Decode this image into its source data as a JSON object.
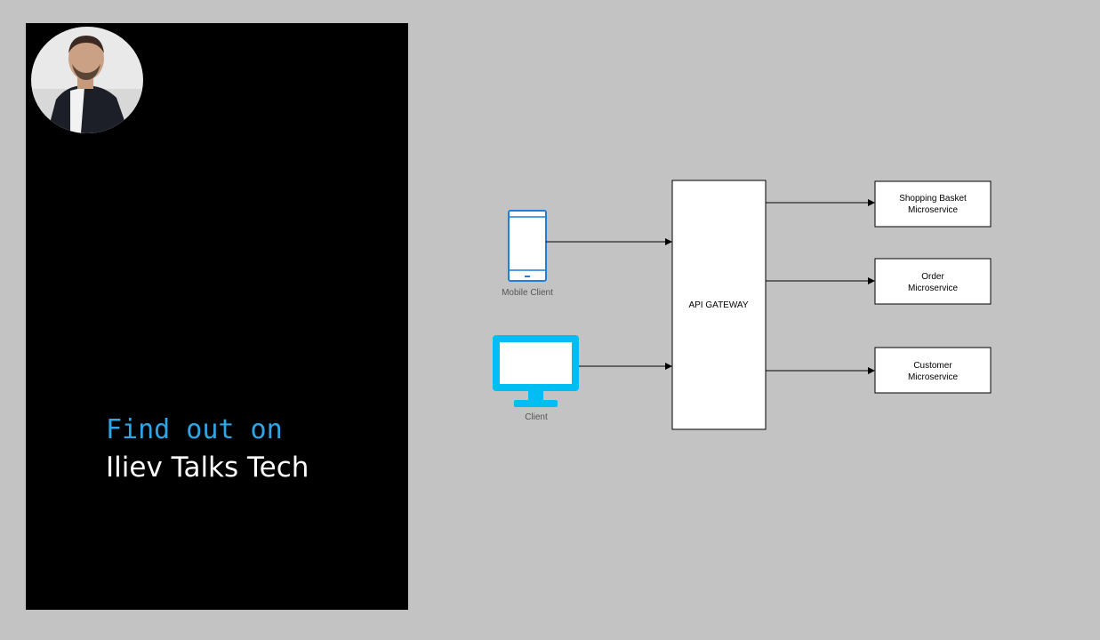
{
  "promo": {
    "line1": "Find out on",
    "line2": "Iliev Talks Tech"
  },
  "diagram": {
    "clients": {
      "mobile_label": "Mobile Client",
      "desktop_label": "Client"
    },
    "gateway_label": "API GATEWAY",
    "services": [
      {
        "line1": "Shopping Basket",
        "line2": "Microservice"
      },
      {
        "line1": "Order",
        "line2": "Microservice"
      },
      {
        "line1": "Customer",
        "line2": "Microservice"
      }
    ]
  },
  "colors": {
    "background": "#c3c3c3",
    "panel": "#000000",
    "accent_blue": "#2ea6e6",
    "icon_blue": "#00bef2"
  },
  "icons": {
    "mobile": "smartphone-icon",
    "desktop": "monitor-icon",
    "avatar": "profile-photo"
  }
}
